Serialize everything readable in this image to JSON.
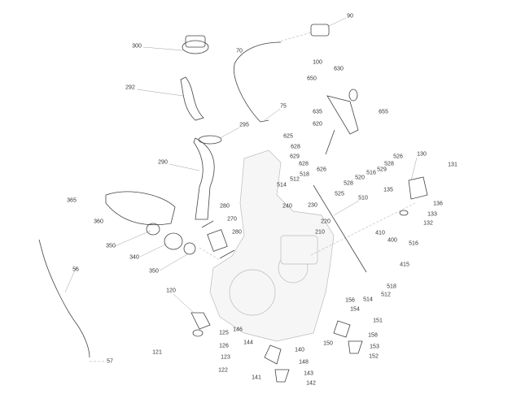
{
  "diagram": {
    "callouts": [
      "90",
      "70",
      "100",
      "300",
      "630",
      "650",
      "292",
      "75",
      "635",
      "655",
      "620",
      "295",
      "625",
      "628",
      "526",
      "629",
      "528",
      "628",
      "626",
      "529",
      "516",
      "520",
      "130",
      "131",
      "290",
      "512",
      "518",
      "514",
      "528",
      "525",
      "510",
      "135",
      "365",
      "136",
      "240",
      "230",
      "280",
      "133",
      "360",
      "220",
      "270",
      "132",
      "210",
      "280",
      "410",
      "400",
      "350",
      "516",
      "340",
      "415",
      "350",
      "518",
      "512",
      "56",
      "514",
      "120",
      "156",
      "154",
      "151",
      "125",
      "146",
      "158",
      "144",
      "150",
      "140",
      "121",
      "126",
      "153",
      "123",
      "148",
      "152",
      "141",
      "143",
      "122",
      "57",
      "142"
    ]
  }
}
